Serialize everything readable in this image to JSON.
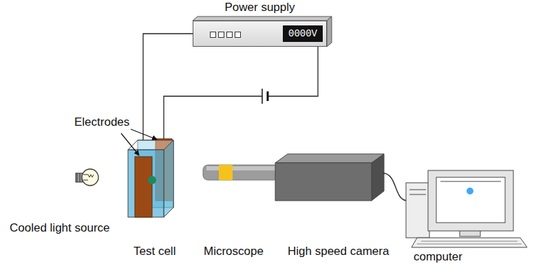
{
  "diagram": {
    "nodes": [
      {
        "text": [
          "Power supply",
          "0000V"
        ]
      }
    ],
    "labels": [
      "Electrodes",
      "Cooled light source",
      "Test cell",
      "Microscope",
      "High speed camera",
      "computer"
    ]
  }
}
